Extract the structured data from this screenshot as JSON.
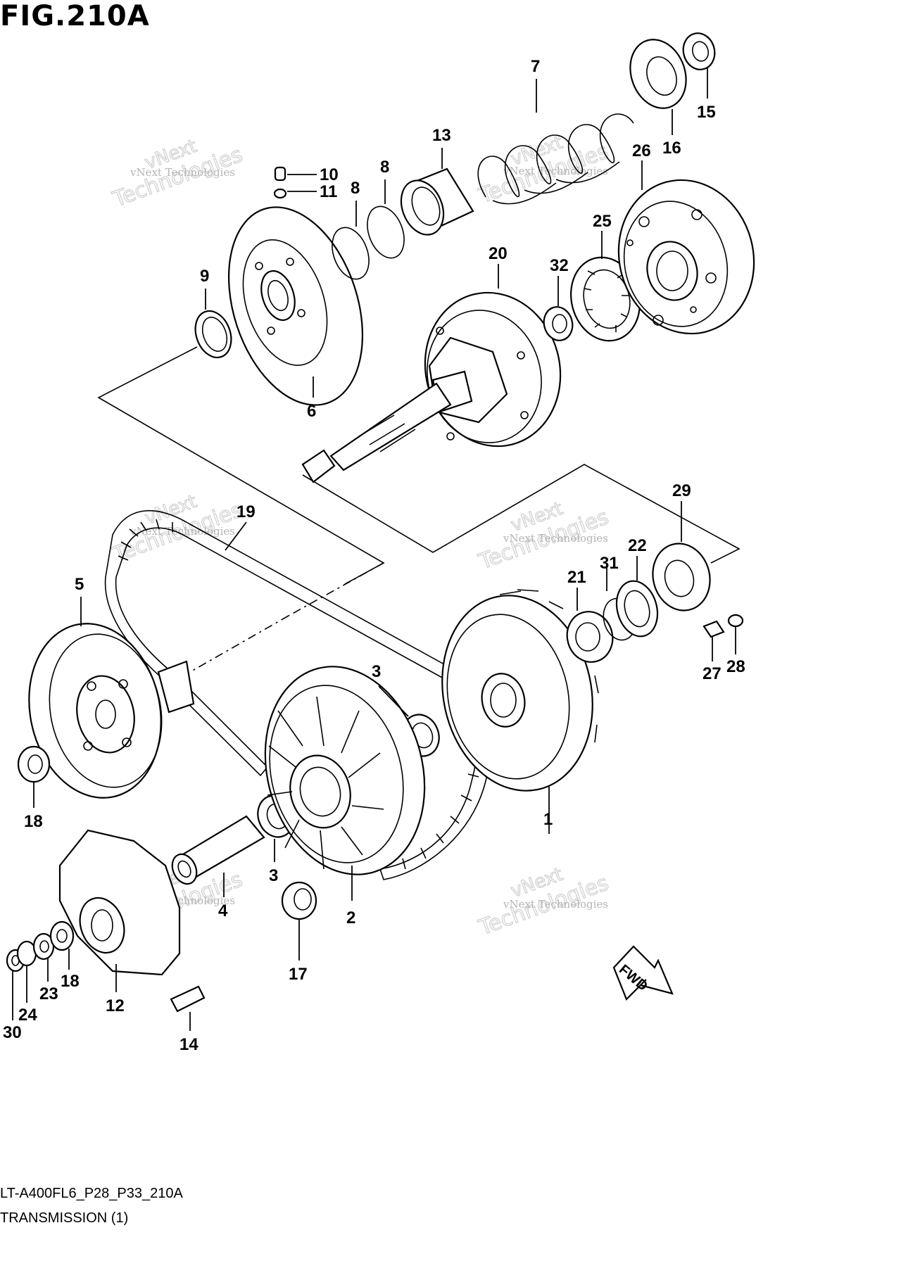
{
  "figure": {
    "title": "FIG.210A",
    "model_code": "LT-A400FL6_P28_P33_210A",
    "subtitle": "TRANSMISSION (1)",
    "fwd_label": "FWD"
  },
  "watermark": {
    "line1": "vNext Technologies",
    "line2": "vNext",
    "line3": "Technologies"
  },
  "callouts": [
    {
      "id": "c1",
      "label": "1"
    },
    {
      "id": "c2",
      "label": "2"
    },
    {
      "id": "c3a",
      "label": "3"
    },
    {
      "id": "c3b",
      "label": "3"
    },
    {
      "id": "c4",
      "label": "4"
    },
    {
      "id": "c5",
      "label": "5"
    },
    {
      "id": "c6",
      "label": "6"
    },
    {
      "id": "c7",
      "label": "7"
    },
    {
      "id": "c8a",
      "label": "8"
    },
    {
      "id": "c8b",
      "label": "8"
    },
    {
      "id": "c9",
      "label": "9"
    },
    {
      "id": "c10",
      "label": "10"
    },
    {
      "id": "c11",
      "label": "11"
    },
    {
      "id": "c12",
      "label": "12"
    },
    {
      "id": "c13",
      "label": "13"
    },
    {
      "id": "c14",
      "label": "14"
    },
    {
      "id": "c15",
      "label": "15"
    },
    {
      "id": "c16",
      "label": "16"
    },
    {
      "id": "c17",
      "label": "17"
    },
    {
      "id": "c18a",
      "label": "18"
    },
    {
      "id": "c18b",
      "label": "18"
    },
    {
      "id": "c19",
      "label": "19"
    },
    {
      "id": "c20",
      "label": "20"
    },
    {
      "id": "c21",
      "label": "21"
    },
    {
      "id": "c22",
      "label": "22"
    },
    {
      "id": "c23",
      "label": "23"
    },
    {
      "id": "c24",
      "label": "24"
    },
    {
      "id": "c25",
      "label": "25"
    },
    {
      "id": "c26",
      "label": "26"
    },
    {
      "id": "c27",
      "label": "27"
    },
    {
      "id": "c28",
      "label": "28"
    },
    {
      "id": "c29",
      "label": "29"
    },
    {
      "id": "c30",
      "label": "30"
    },
    {
      "id": "c31",
      "label": "31"
    },
    {
      "id": "c32",
      "label": "32"
    }
  ]
}
